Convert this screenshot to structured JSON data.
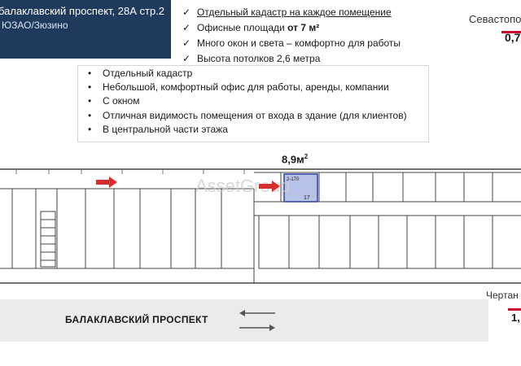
{
  "header": {
    "title": "балаклавский проспект, 28А стр.2",
    "district": "ЮЗАО/Зюзино"
  },
  "features_checked": [
    {
      "text": "Отдельный кадастр на каждое помещение",
      "bold": ""
    },
    {
      "text": "Офисные площади ",
      "bold": "от 7 м²"
    },
    {
      "text": "Много окон и света – комфортно для работы",
      "bold": ""
    },
    {
      "text": "Высота потолков 2,6 метра",
      "bold": ""
    }
  ],
  "features_bulleted": [
    "Отдельный кадастр",
    "Небольшой, комфортный офис для работы, аренды, компании",
    "С окном",
    "Отличная видимость помещения от входа в здание (для клиентов)",
    "В центральной части этажа"
  ],
  "metro": [
    {
      "name": "Севастопол",
      "distance": "0,7"
    },
    {
      "name": "Чертан",
      "distance": "1,"
    }
  ],
  "plan": {
    "area": "8,9м",
    "area_sup": "2",
    "room_code": "2-170",
    "room_number": "17",
    "watermark": "AssetGroup",
    "highlight_color": "#7b8fd6",
    "arrow_color": "#d32f2f"
  },
  "street": {
    "name": "БАЛАКЛАВСКИЙ ПРОСПЕКТ"
  }
}
